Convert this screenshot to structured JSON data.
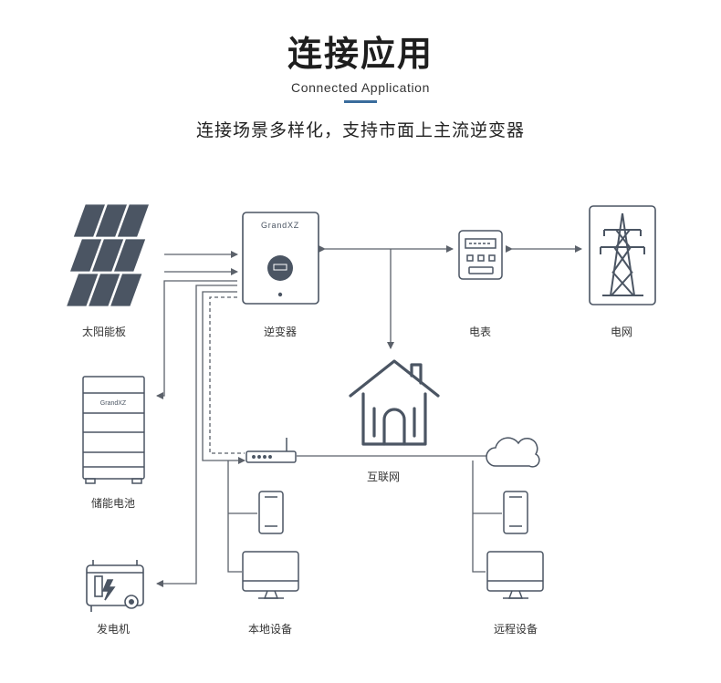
{
  "header": {
    "title": "连接应用",
    "subtitle": "Connected Application",
    "tagline": "连接场景多样化，支持市面上主流逆变器"
  },
  "colors": {
    "accent": "#3a6c9c",
    "icon_stroke": "#4b5563",
    "line": "#5b616a"
  },
  "devices": {
    "solar_panel": {
      "label": "太阳能板",
      "icon": "solar-panel-icon"
    },
    "inverter": {
      "label": "逆变器",
      "brand": "GrandXZ",
      "icon": "inverter-icon"
    },
    "meter": {
      "label": "电表",
      "icon": "electric-meter-icon"
    },
    "grid": {
      "label": "电网",
      "icon": "power-tower-icon"
    },
    "battery": {
      "label": "储能电池",
      "brand": "GrandXZ",
      "icon": "battery-stack-icon"
    },
    "house": {
      "icon": "house-icon"
    },
    "internet": {
      "label": "互联网",
      "icon": "router-icon"
    },
    "cloud": {
      "icon": "cloud-icon"
    },
    "generator": {
      "label": "发电机",
      "icon": "generator-icon"
    },
    "local_devices": {
      "label": "本地设备",
      "icon": "phone-monitor-icon"
    },
    "remote_devices": {
      "label": "远程设备",
      "icon": "phone-monitor-icon"
    }
  }
}
